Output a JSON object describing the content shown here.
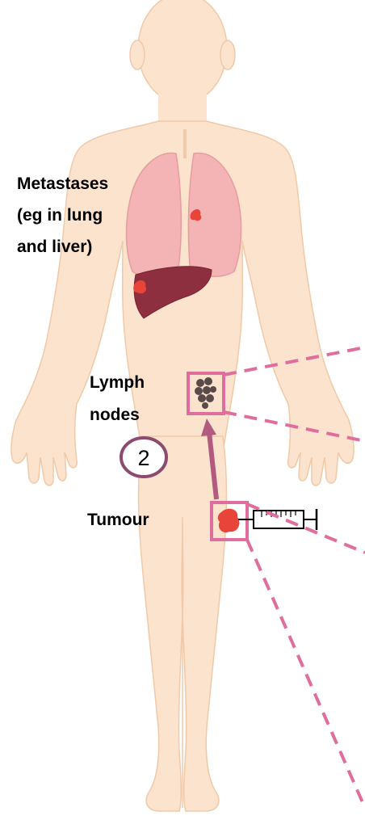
{
  "labels": {
    "metastases_line1": "Metastases",
    "metastases_line2": "(eg in lung",
    "metastases_line3": "and liver)",
    "lymph_line1": "Lymph",
    "lymph_line2": "nodes",
    "tumour": "Tumour",
    "step_number": "2"
  },
  "icons": {
    "syringe": "syringe-icon"
  },
  "colors": {
    "skin": "#fbe3cd",
    "skin_outline": "#f0c9a8",
    "lung": "#f4b3b5",
    "lung_outline": "#e79c9e",
    "liver": "#8d2f3f",
    "tumour": "#e8443a",
    "lymph_node": "#5a4a4a",
    "highlight_pink": "#df6d9e",
    "arrow": "#b35a80",
    "step_circle": "#8b4a6e"
  }
}
